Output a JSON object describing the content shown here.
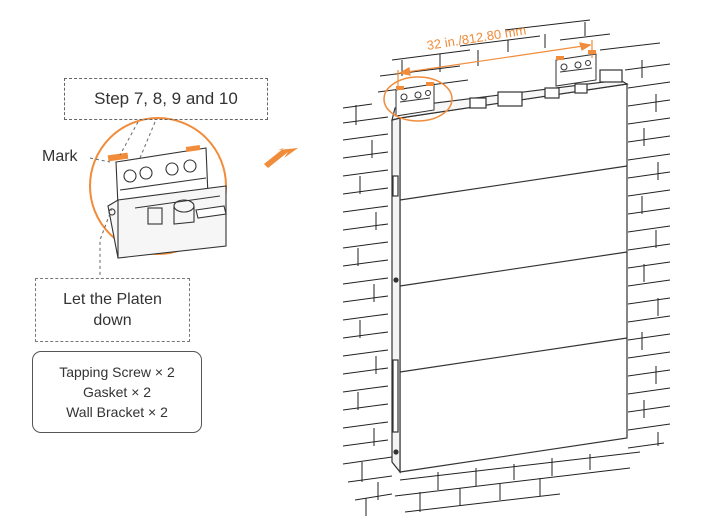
{
  "labels": {
    "step": "Step 7, 8, 9 and 10",
    "mark": "Mark",
    "platen_line1": "Let the Platen",
    "platen_line2": "down",
    "dimension": "32 in./812.80 mm"
  },
  "parts": [
    "Tapping Screw × 2",
    "Gasket × 2",
    "Wall Bracket × 2"
  ],
  "colors": {
    "accent": "#f08c3a",
    "line": "#333333",
    "wall_grid": "#222222"
  }
}
